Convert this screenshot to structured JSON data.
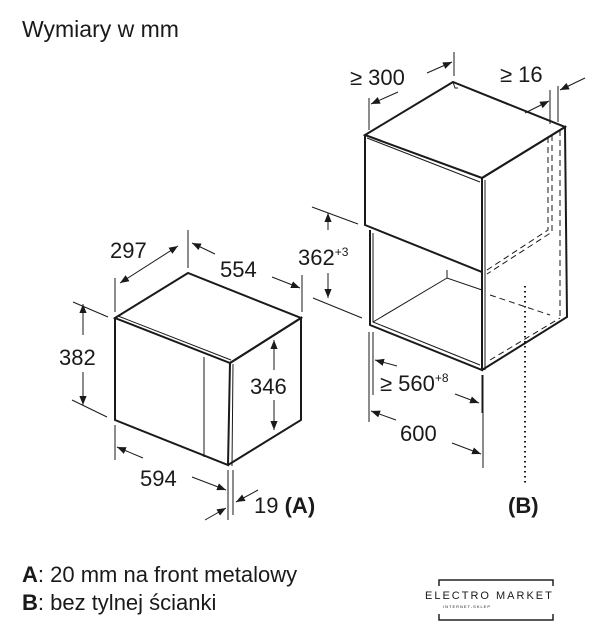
{
  "title": "Wymiary w mm",
  "microwave": {
    "depth": "297",
    "side_depth": "554",
    "height": "382",
    "inner_height": "346",
    "width": "594",
    "front": "19",
    "front_note_ref": "(A)"
  },
  "cabinet": {
    "depth": "≥ 300",
    "gap": "≥ 16",
    "niche_height": "362",
    "niche_height_tol": "+3",
    "niche_width": "≥ 560",
    "niche_width_tol": "+8",
    "width": "600",
    "note_ref": "(B)"
  },
  "notes": [
    {
      "key": "A",
      "text": ": 20 mm na front metalowy"
    },
    {
      "key": "B",
      "text": ": bez tylnej ścianki"
    }
  ],
  "logo": {
    "name": "ELECTRO MARKET",
    "sub": "INTERNET-SKLEP"
  }
}
